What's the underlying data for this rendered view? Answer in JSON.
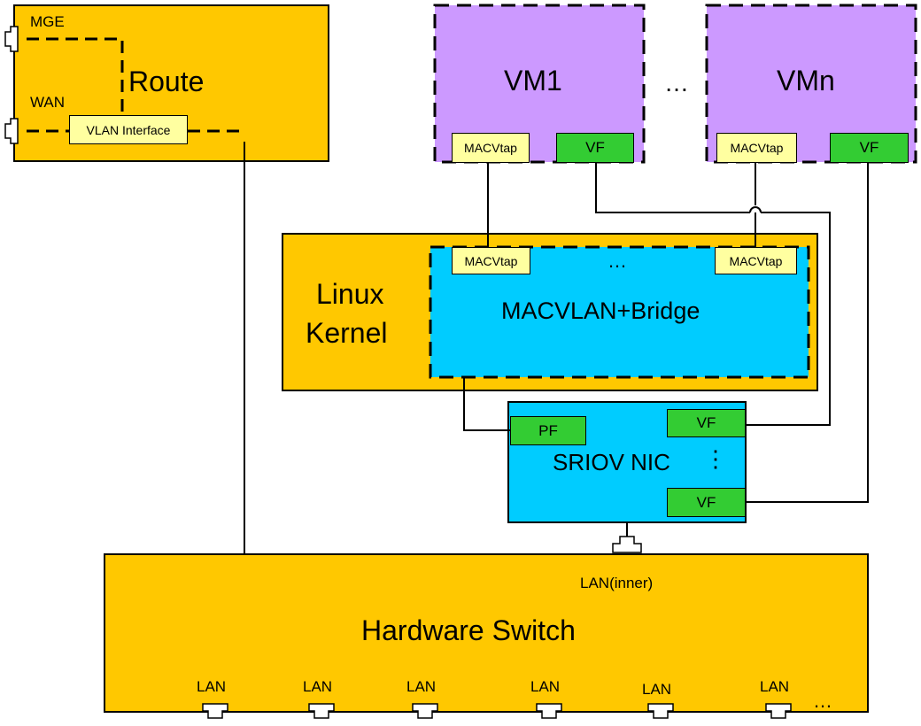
{
  "colors": {
    "orange": "#ffc800",
    "purple": "#cc99ff",
    "cyan": "#00ccff",
    "green": "#33cc33",
    "pale_yellow": "#ffffa0"
  },
  "route": {
    "title": "Route",
    "mge_label": "MGE",
    "wan_label": "WAN",
    "vlan_interface": "VLAN Interface"
  },
  "vms": [
    {
      "name": "VM1",
      "macvtap": "MACVtap",
      "vf": "VF"
    },
    {
      "name": "VMn",
      "macvtap": "MACVtap",
      "vf": "VF"
    }
  ],
  "vm_ellipsis": "…",
  "linux_kernel": {
    "title_line1": "Linux",
    "title_line2": "Kernel",
    "bridge_title": "MACVLAN+Bridge",
    "macvtap_left": "MACVtap",
    "macvtap_right": "MACVtap",
    "ellipsis": "…"
  },
  "sriov_nic": {
    "title": "SRIOV NIC",
    "pf": "PF",
    "vf_top": "VF",
    "vf_bottom": "VF",
    "vdots": "⋮"
  },
  "hardware_switch": {
    "title": "Hardware Switch",
    "inner_port": "LAN(inner)",
    "ports": [
      "LAN",
      "LAN",
      "LAN",
      "LAN",
      "LAN",
      "LAN"
    ],
    "ellipsis": "…"
  },
  "icons": [
    "ethernet-port-icon"
  ]
}
